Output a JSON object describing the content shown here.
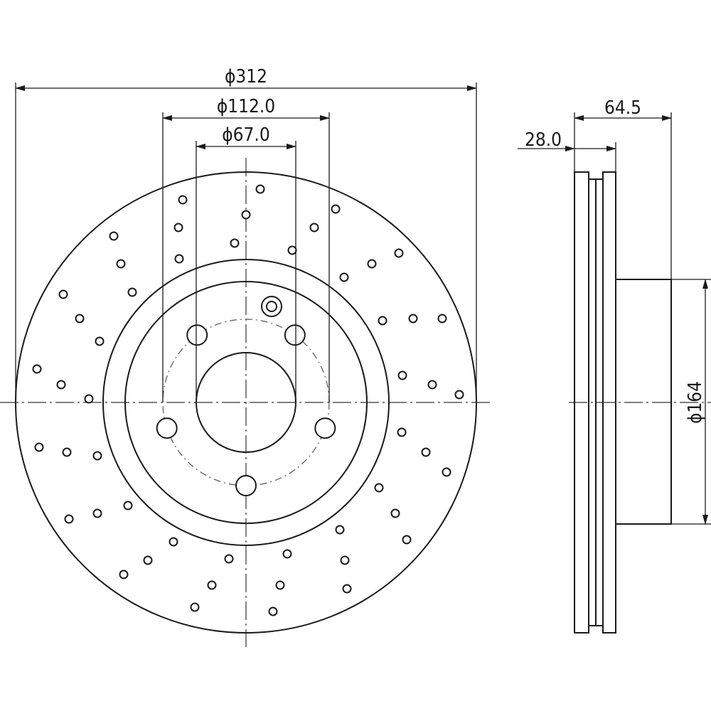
{
  "dimensions": {
    "outer_diameter": "ϕ312",
    "pcd_diameter": "ϕ112.0",
    "center_bore": "ϕ67.0",
    "overall_height": "64.5",
    "disc_thickness": "28.0",
    "hat_diameter": "ϕ164"
  },
  "specs": {
    "outer_diameter_mm": 312,
    "pcd_mm": 112.0,
    "center_bore_mm": 67.0,
    "hat_diameter_mm": 164,
    "overall_height_mm": 64.5,
    "disc_thickness_mm": 28.0,
    "bolt_holes": 5
  }
}
